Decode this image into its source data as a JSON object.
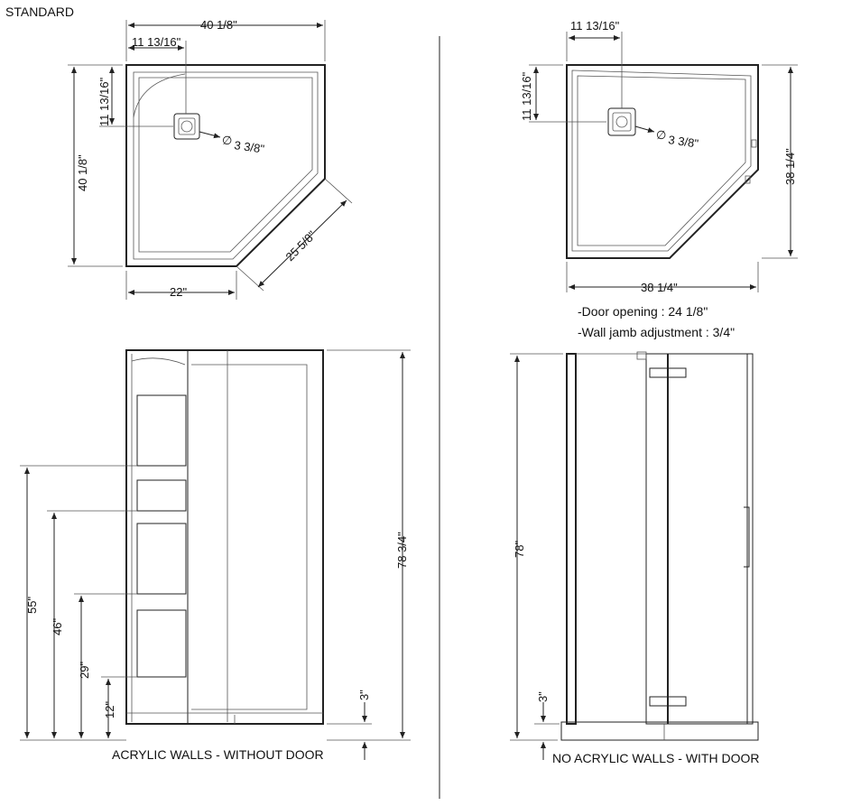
{
  "header": {
    "title": "STANDARD"
  },
  "top_left": {
    "width": "40 1/8\"",
    "offset_x": "11 13/16\"",
    "offset_y": "11 13/16\"",
    "depth": "40 1/8\"",
    "drain": "3 3/8\"",
    "diagonal": "25 5/8\"",
    "bottom": "22\""
  },
  "top_right": {
    "offset_x": "11 13/16\"",
    "offset_y": "11 13/16\"",
    "drain": "3 3/8\"",
    "depth": "38 1/4\"",
    "width": "38 1/4\"",
    "notes": [
      "-Door opening : 24 1/8\"",
      "-Wall jamb adjustment : 3/4\""
    ]
  },
  "bottom_left": {
    "height": "78 3/4\"",
    "shelf_55": "55\"",
    "shelf_46": "46\"",
    "shelf_29": "29\"",
    "shelf_12": "12\"",
    "base": "3\"",
    "caption": "ACRYLIC WALLS - WITHOUT DOOR"
  },
  "bottom_right": {
    "height": "78\"",
    "base": "3\"",
    "caption": "NO ACRYLIC WALLS - WITH DOOR"
  },
  "symbols": {
    "diameter": "∅"
  }
}
